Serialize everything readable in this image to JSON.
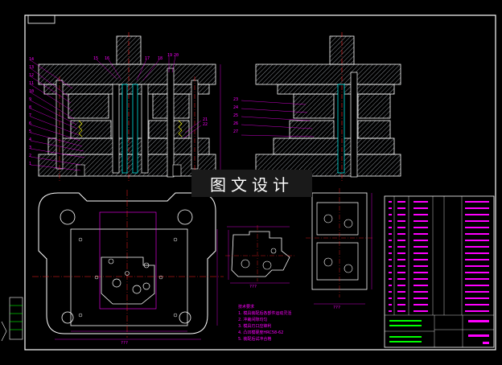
{
  "watermark": {
    "text": "图文设计"
  },
  "tech_notes": {
    "title": "技术要求",
    "items": [
      "1. 模具装配后各部件运动灵活",
      "2. 冲裁间隙均匀",
      "3. 模具刃口应锋利",
      "4. 凸凹模硬度HRC58-62",
      "5. 装配后试冲合格"
    ]
  },
  "callouts_left": [
    "14",
    "13",
    "12",
    "11",
    "10",
    "9",
    "8",
    "7",
    "6",
    "5",
    "4",
    "3",
    "2",
    "1"
  ],
  "callouts_top": [
    "15",
    "16",
    "17",
    "18",
    "19",
    "20"
  ],
  "callouts_right": [
    "23",
    "24",
    "25",
    "26",
    "27"
  ],
  "callouts_mid": [
    "21",
    "22"
  ],
  "dimensions": {
    "part_small": "???",
    "part_right": "???",
    "plate_width": "???"
  },
  "colors": {
    "outline": "#ffffff",
    "hatch": "#9aa0a6",
    "section": "#ff0000",
    "center": "#ff2020",
    "dimension": "#ff00ff",
    "part": "#ffffff",
    "green": "#00ff00",
    "cyan": "#00ffff",
    "yellow": "#ffff00"
  }
}
